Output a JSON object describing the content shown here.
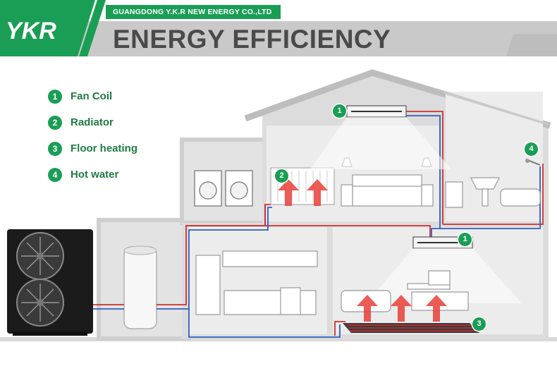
{
  "header": {
    "logo_text": "YKR",
    "company": "GUANGDONG Y.K.R NEW ENERGY CO.,LTD",
    "title": "ENERGY EFFICIENCY"
  },
  "legend": [
    {
      "num": "1",
      "label": "Fan Coil"
    },
    {
      "num": "2",
      "label": "Radiator"
    },
    {
      "num": "3",
      "label": "Floor heating"
    },
    {
      "num": "4",
      "label": "Hot water"
    }
  ],
  "markers": {
    "fan_coil_upper": "1",
    "fan_coil_lower": "1",
    "radiator": "2",
    "floor_heating": "3",
    "hot_water": "4"
  },
  "colors": {
    "brand_green": "#1a9e55",
    "title_gray": "#4a4a4a",
    "wall_gray": "#d8d8d8",
    "pipe_red": "#d0302f",
    "pipe_blue": "#2f5fbf"
  }
}
